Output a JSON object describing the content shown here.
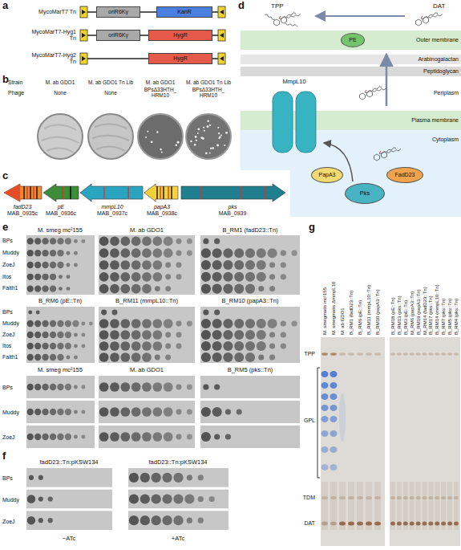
{
  "diagram": {
    "nodes": [
      {
        "text": [
          "oriR6Kγ"
        ]
      },
      {
        "text": [
          "KanR"
        ]
      },
      {
        "text": [
          "oriR6Kγ"
        ]
      },
      {
        "text": [
          "HygR"
        ]
      },
      {
        "text": [
          "HygR"
        ]
      },
      {
        "text": [
          "PE"
        ]
      },
      {
        "text": [
          "MmpL10"
        ]
      },
      {
        "text": [
          "PapA3"
        ]
      },
      {
        "text": [
          "Pks"
        ]
      },
      {
        "text": [
          "FadD23"
        ]
      }
    ],
    "labels": [
      "a",
      "MycoMarT7 Tn",
      "MycoMarT7-Hyg1 Tn",
      "MycoMarT7-Hyg2 Tn",
      "b",
      "Strain",
      "Phage",
      "M. ab GDO1",
      "M. ab GDO1 Tn Lib",
      "M. ab GDO1",
      "M. ab GDO1 Tn Lib",
      "None",
      "None",
      "BPsΔ33HTH_ HRM10",
      "BPsΔ33HTH_ HRM10",
      "c",
      "fadD23",
      "MAB_0935c",
      "pE",
      "MAB_0936c",
      "mmpL10",
      "MAB_0937c",
      "papA3",
      "MAB_0938c",
      "pks",
      "MAB_0939",
      "d",
      "TPP",
      "DAT",
      "Outer membrane",
      "Arabinogalactan",
      "Peptidoglycan",
      "Periplasm",
      "Plasma membrane",
      "Cytoplasm",
      "e",
      "M. smeg mc²155",
      "M. ab GDO1",
      "B_RM1 (fadD23::Tn)",
      "BPs",
      "Muddy",
      "ZoeJ",
      "Itos",
      "Faith1",
      "B_RM6 (pE::Tn)",
      "B_RM11 (mmpL10::Tn)",
      "B_RM10 (papA3::Tn)",
      "BPs",
      "Muddy",
      "ZoeJ",
      "Itos",
      "Faith1",
      "M. smeg mc²155",
      "M. ab GDO1",
      "B_RM5 (pks::Tn)",
      "BPs",
      "Muddy",
      "ZoeJ",
      "f",
      "fadD23::Tn:pKSW134",
      "fadD23::Tn:pKSW134",
      "BPs",
      "Muddy",
      "ZoeJ",
      "−ATc",
      "+ATc",
      "g",
      "M. smegmatis mc²155",
      "M. smegmatis ΔmmpL10",
      "M. ab GDO1",
      "B_RM1 (fadD23::Tn)",
      "B_RM6 (pE::Tn)",
      "B_RM11 (mmpL10::Tn)",
      "B_RM10 (papA3::Tn)",
      "B_RM18 (pE::Tn)",
      "B_RM13 (pks::Tn)",
      "B_RM3 (pE::Tn)",
      "M_RM6 (papA3::Tn)",
      "B_RM19 (papA3::Tn)",
      "M_RM14 (fadD23::Tn)",
      "B_RM17 (pks::Tn)",
      "B_RM14 (mmpL10::Tn)",
      "B_RM7 (pks::Tn)",
      "B_RM5 (pks::Tn)",
      "B_RM4 (pks::Tn)",
      "TPP",
      "GPL",
      "TDM",
      "DAT"
    ]
  }
}
